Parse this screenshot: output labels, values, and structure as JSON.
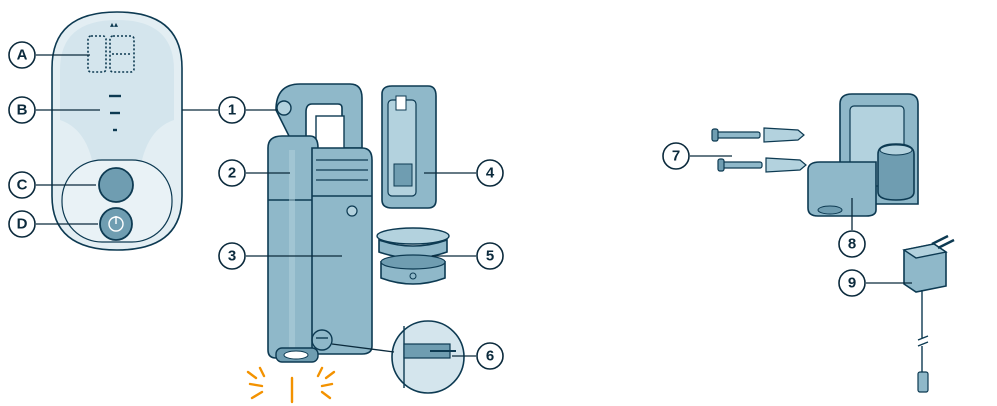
{
  "callouts": {
    "a": "A",
    "b": "B",
    "c": "C",
    "d": "D",
    "n1": "1",
    "n2": "2",
    "n3": "3",
    "n4": "4",
    "n5": "5",
    "n6": "6",
    "n7": "7",
    "n8": "8",
    "n9": "9"
  },
  "icons": {
    "display": "segment-display-icon",
    "power": "power-icon",
    "charging_light": "charging-light-icon"
  },
  "colors": {
    "device_body": "#8fb8c9",
    "outline": "#0d3a52",
    "panel": "#e3eef3",
    "charging_light": "#f39200"
  }
}
